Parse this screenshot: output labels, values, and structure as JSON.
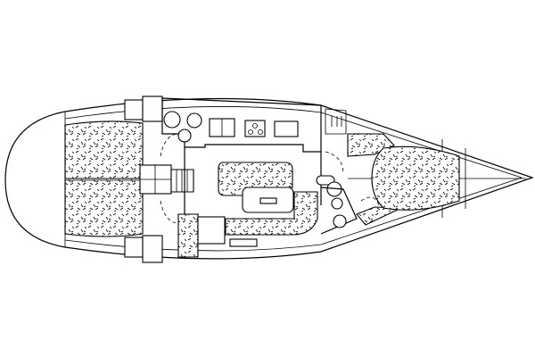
{
  "diagram": {
    "colors": {
      "line": "#000000",
      "background": "#ffffff"
    },
    "icons": [
      "hull-outline",
      "aft-cabin-berth",
      "saloon-dinette",
      "galley",
      "head",
      "v-berth",
      "companionway-steps"
    ]
  }
}
